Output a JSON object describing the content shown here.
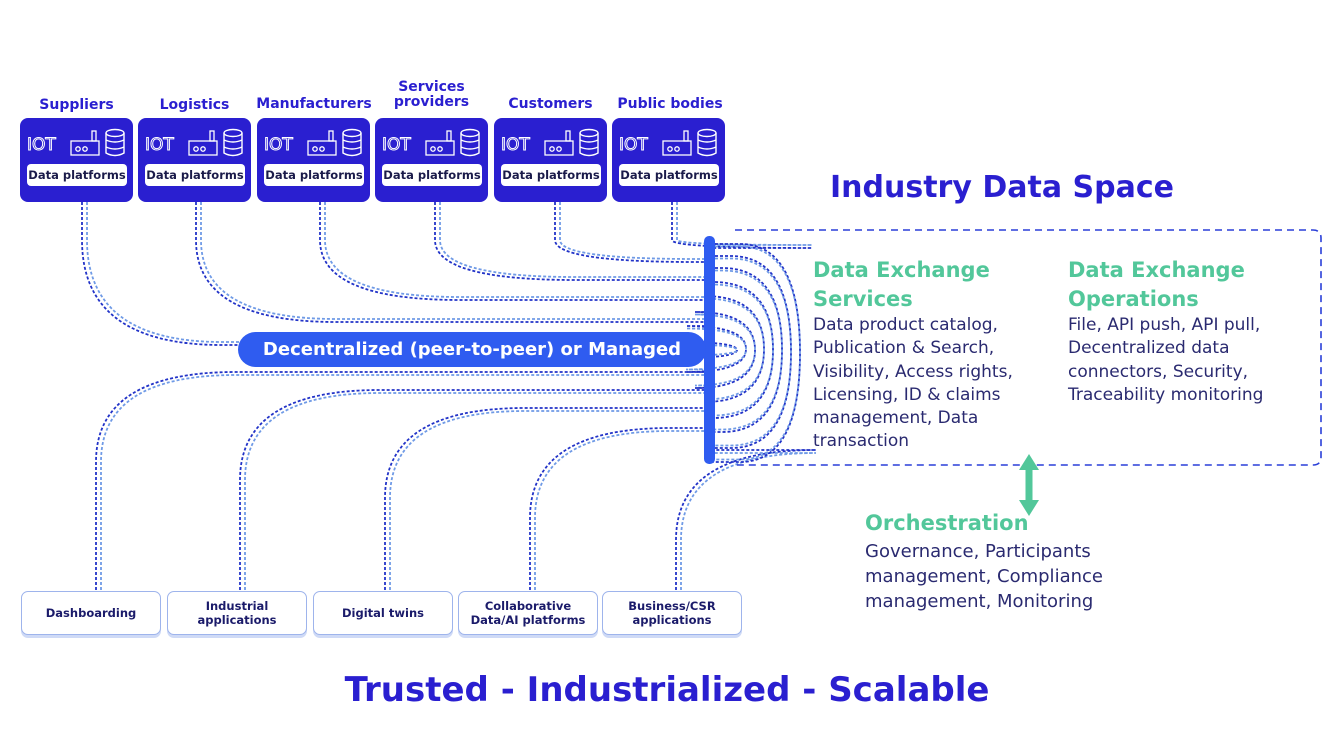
{
  "sources": [
    {
      "label": "Suppliers",
      "platform_label": "Data platforms"
    },
    {
      "label": "Logistics",
      "platform_label": "Data platforms"
    },
    {
      "label": "Manufacturers",
      "platform_label": "Data platforms"
    },
    {
      "label": "Services\nproviders",
      "platform_label": "Data platforms"
    },
    {
      "label": "Customers",
      "platform_label": "Data platforms"
    },
    {
      "label": "Public bodies",
      "platform_label": "Data platforms"
    }
  ],
  "iot_label": "IOT",
  "icons": [
    "iot-icon",
    "factory-icon",
    "database-icon"
  ],
  "connector_label": "Decentralized (peer-to-peer) or Managed",
  "space_title": "Industry Data Space",
  "services": {
    "heading": "Data Exchange\nServices",
    "body": "Data product catalog,\nPublication & Search,\nVisibility, Access rights,\nLicensing, ID & claims\nmanagement, Data\ntransaction"
  },
  "operations": {
    "heading": "Data Exchange\nOperations",
    "body": "File, API push, API pull,\nDecentralized data\nconnectors, Security,\nTraceability monitoring"
  },
  "orchestration": {
    "heading": "Orchestration",
    "body": "Governance, Participants\nmanagement, Compliance\nmanagement, Monitoring"
  },
  "applications": [
    {
      "label": "Dashboarding"
    },
    {
      "label": "Industrial\napplications"
    },
    {
      "label": "Digital twins"
    },
    {
      "label": "Collaborative\nData/AI platforms"
    },
    {
      "label": "Business/CSR\napplications"
    }
  ],
  "footer": "Trusted - Industrialized - Scalable",
  "colors": {
    "brand_blue": "#2a1fd0",
    "connector_blue": "#2f5cf0",
    "accent_green": "#52c79a",
    "line_dark": "#2233c8",
    "line_light": "#6f9ae6"
  }
}
